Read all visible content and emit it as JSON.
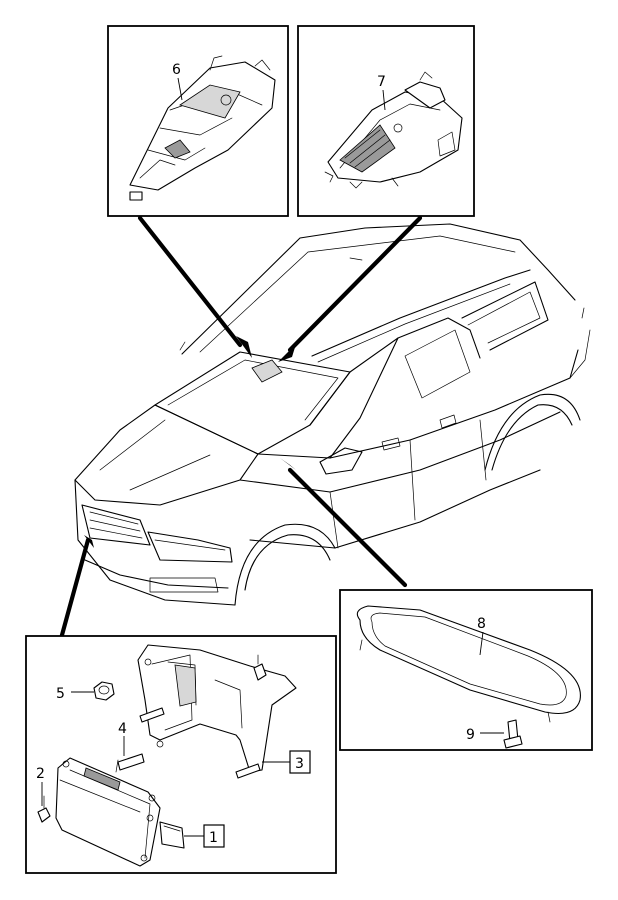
{
  "callouts": {
    "c1": "1",
    "c2": "2",
    "c3": "3",
    "c4": "4",
    "c5": "5",
    "c6": "6",
    "c7": "7",
    "c8": "8",
    "c9": "9"
  },
  "colors": {
    "line": "#000000",
    "background": "#ffffff",
    "shading": "#9a9a9a"
  }
}
